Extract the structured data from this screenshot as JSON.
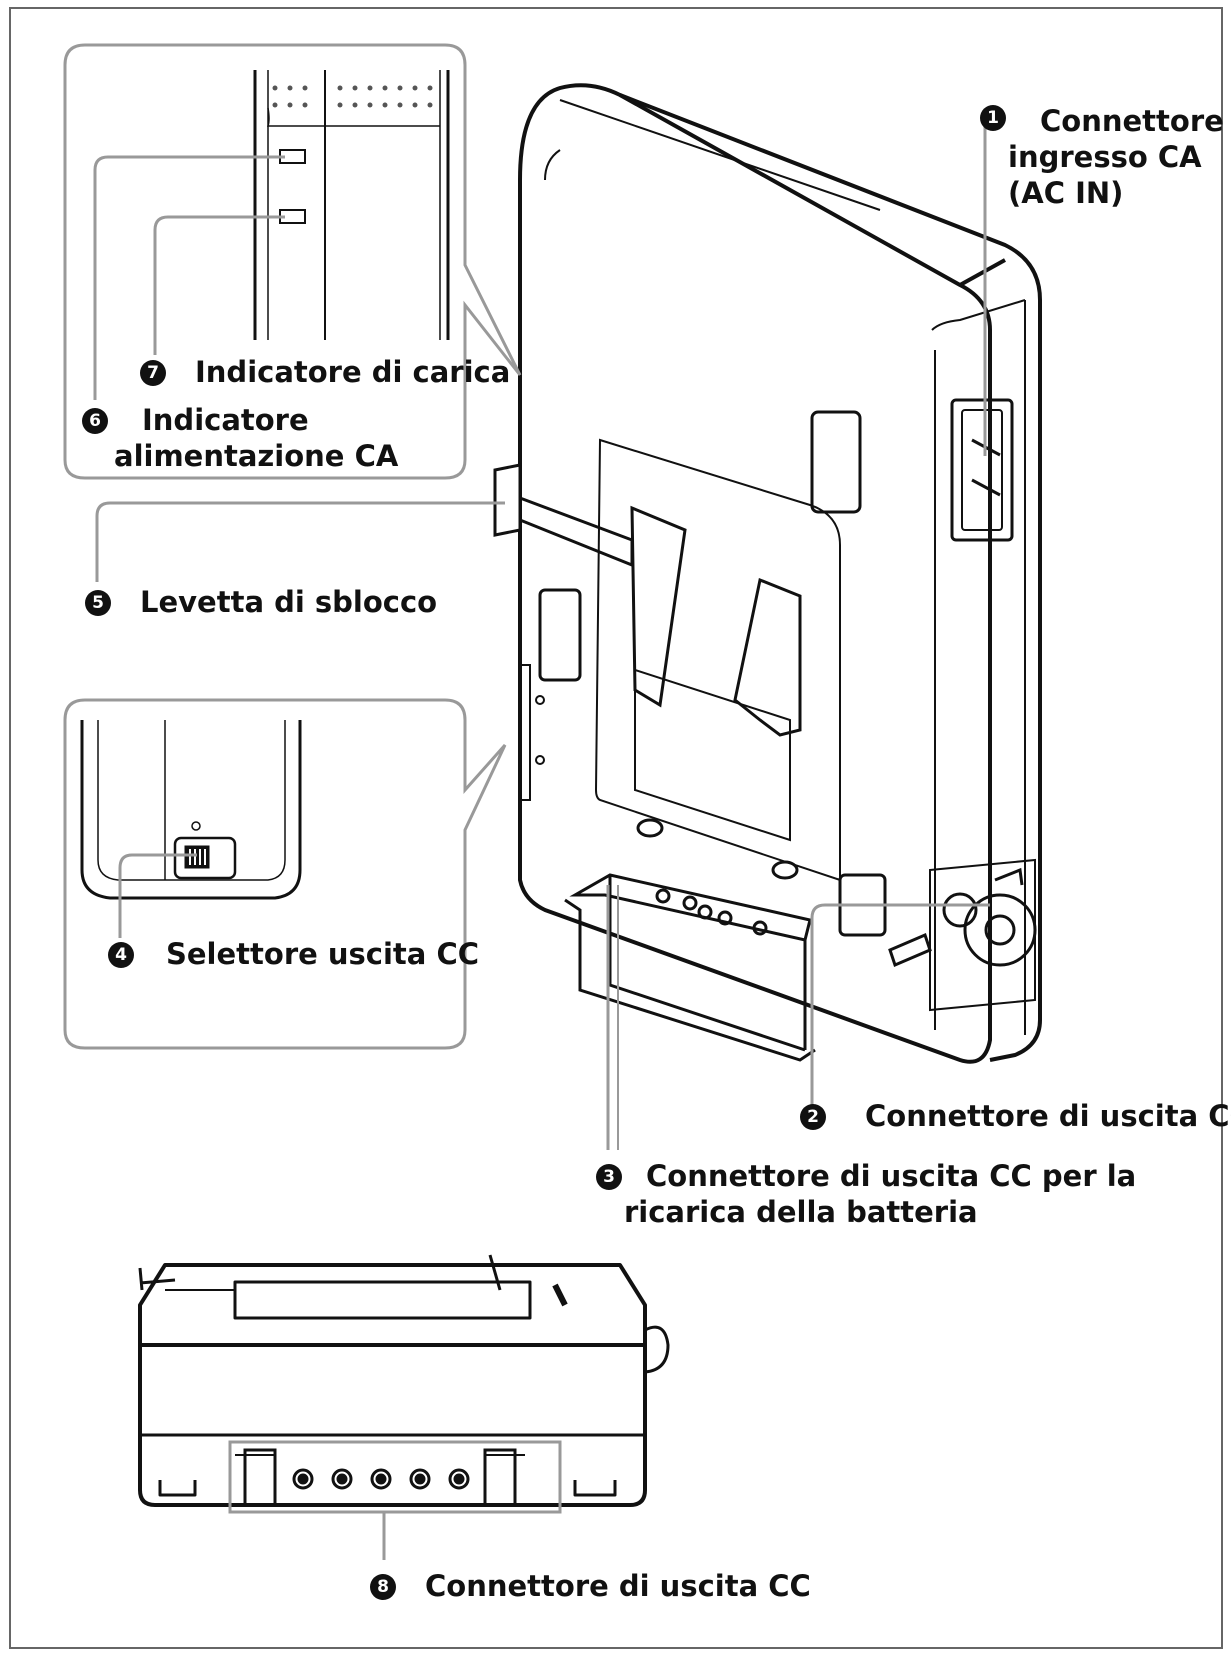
{
  "callouts": [
    {
      "num": "1",
      "lines": [
        "Connettore d",
        "ingresso CA",
        "(AC IN)"
      ]
    },
    {
      "num": "2",
      "lines": [
        "Connettore di uscita CC"
      ]
    },
    {
      "num": "3",
      "lines": [
        "Connettore di uscita CC per la",
        "ricarica della batteria"
      ]
    },
    {
      "num": "4",
      "lines": [
        "Selettore uscita CC"
      ]
    },
    {
      "num": "5",
      "lines": [
        "Levetta di sblocco"
      ]
    },
    {
      "num": "6",
      "lines": [
        "Indicatore",
        "alimentazione CA"
      ]
    },
    {
      "num": "7",
      "lines": [
        "Indicatore di carica"
      ]
    },
    {
      "num": "8",
      "lines": [
        "Connettore di uscita CC"
      ]
    }
  ]
}
